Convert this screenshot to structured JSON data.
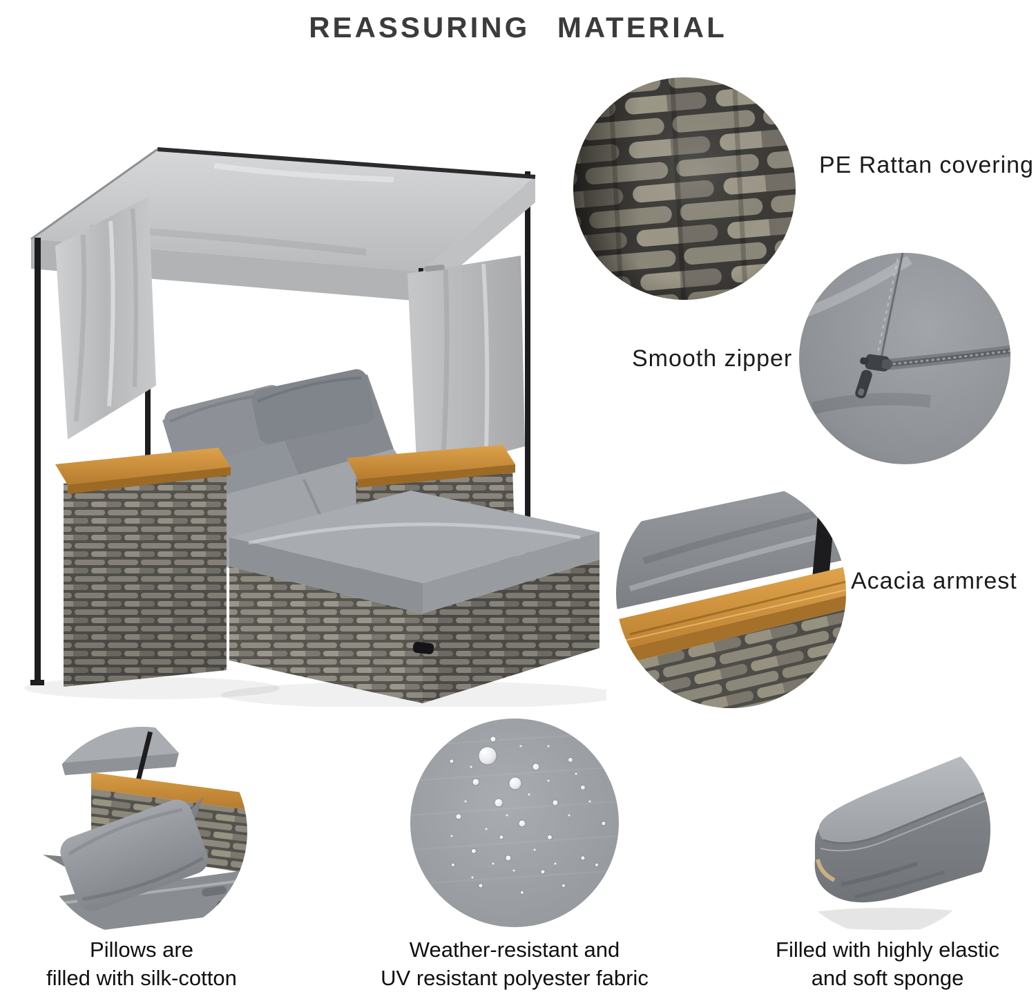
{
  "title": "REASSURING MATERIAL",
  "callouts": {
    "rattan": "PE Rattan covering",
    "zipper": "Smooth zipper",
    "armrest": "Acacia armrest"
  },
  "captions": {
    "pillows": [
      "Pillows are",
      "filled with silk-cotton"
    ],
    "fabric": [
      "Weather-resistant and",
      "UV resistant polyester fabric"
    ],
    "sponge": [
      "Filled with highly elastic",
      "and soft sponge"
    ]
  },
  "figures": {
    "main": "daybed-with-canopy-photo",
    "detail_1": "rattan-weave-closeup",
    "detail_2": "zipper-closeup",
    "detail_3": "acacia-armrest-closeup",
    "detail_4": "pillow-closeup",
    "detail_5": "water-droplets-on-fabric-closeup",
    "detail_6": "sponge-cushion-closeup"
  },
  "colors": {
    "background": "#ffffff",
    "title_text": "#3b3b3b",
    "label_text": "#1b1b1b",
    "caption_text": "#0f0f0f",
    "canopy_gray": "#c6c7c9",
    "cushion_gray": "#9a9da2",
    "rattan_gray": "#7f7d76",
    "acacia_wood": "#c98f3e",
    "frame_black": "#1d1d1f"
  }
}
